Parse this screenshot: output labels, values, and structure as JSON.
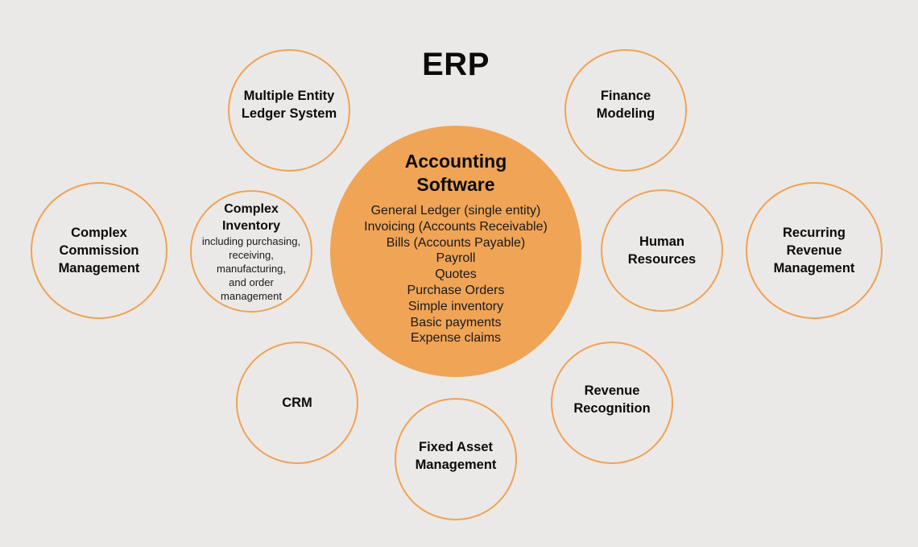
{
  "title": "ERP",
  "colors": {
    "background": "#ebe9e7",
    "accent_orange": "#f0a456",
    "circle_outline": "#f0a254",
    "text": "#0b0b0b"
  },
  "center": {
    "label": "Accounting\nSoftware",
    "items": [
      "General Ledger (single entity)",
      "Invoicing (Accounts Receivable)",
      "Bills (Accounts Payable)",
      "Payroll",
      "Quotes",
      "Purchase Orders",
      "Simple inventory",
      "Basic payments",
      "Expense claims"
    ]
  },
  "modules": {
    "multiple_entity": {
      "label": "Multiple Entity\nLedger System"
    },
    "finance_modeling": {
      "label": "Finance\nModeling"
    },
    "complex_commission": {
      "label": "Complex\nCommission\nManagement"
    },
    "complex_inventory": {
      "label": "Complex\nInventory",
      "sub": "including purchasing,\nreceiving,\nmanufacturing,\nand order\nmanagement"
    },
    "human_resources": {
      "label": "Human\nResources"
    },
    "recurring_revenue": {
      "label": "Recurring\nRevenue\nManagement"
    },
    "crm": {
      "label": "CRM"
    },
    "revenue_recognition": {
      "label": "Revenue\nRecognition"
    },
    "fixed_asset": {
      "label": "Fixed Asset\nManagement"
    }
  }
}
